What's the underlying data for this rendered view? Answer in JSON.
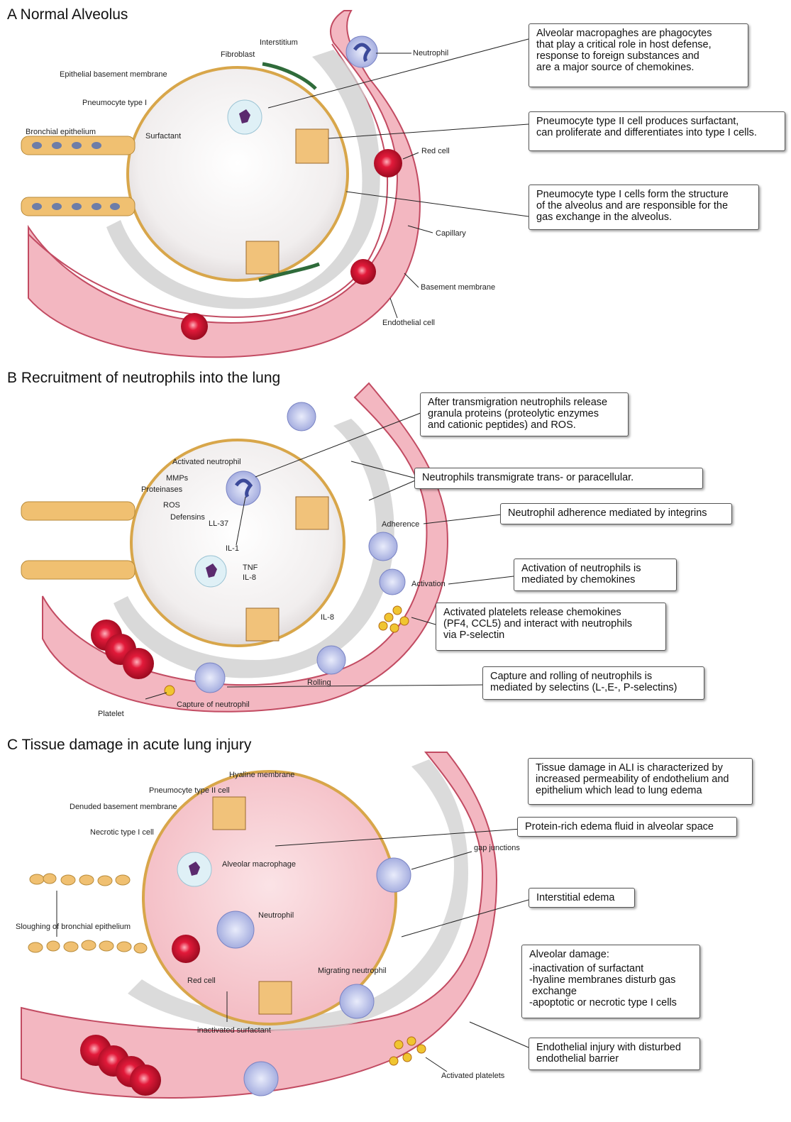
{
  "colors": {
    "vessel": "#f2b7c0",
    "vessel_dark": "#c94a63",
    "membrane": "#d8a64a",
    "interstitium": "#c8c8c8",
    "red_cell": "#d0142e",
    "neutrophil": "#9fa8dd",
    "edema": "#f6c9cf"
  },
  "panel_a": {
    "title": "A  Normal Alveolus",
    "labels": {
      "interstitium": "Interstitium",
      "fibroblast": "Fibroblast",
      "neutrophil": "Neutrophil",
      "epithelial_bm": "Epithelial basement membrane",
      "pneumocyte_1": "Pneumocyte type I",
      "bronchial_epithelium": "Bronchial epithelium",
      "surfactant": "Surfactant",
      "red_cell": "Red cell",
      "capillary": "Capillary",
      "basement_membrane": "Basement membrane",
      "endothelial_cell": "Endothelial cell"
    },
    "callouts": [
      {
        "lines": [
          "Alveolar macropaghes are phagocytes",
          "that play a critical role in host defense,",
          "response to foreign substances and",
          "are a major source of chemokines."
        ]
      },
      {
        "lines": [
          "Pneumocyte type II cell produces surfactant,",
          "can proliferate and differentiates into type I cells."
        ]
      },
      {
        "lines": [
          "Pneumocyte type I cells form the structure",
          "of the alveolus and are responsible for the",
          "gas exchange in the alveolus."
        ]
      }
    ]
  },
  "panel_b": {
    "title": "B  Recruitment of neutrophils into the lung",
    "labels": {
      "activated_neutrophil": "Activated neutrophil",
      "mmps": "MMPs",
      "proteinases": "Proteinases",
      "ros": "ROS",
      "defensins": "Defensins",
      "ll37": "LL-37",
      "il1": "IL-1",
      "tnf": "TNF",
      "il8a": "IL-8",
      "il8b": "IL-8",
      "adherence": "Adherence",
      "activation": "Activation",
      "rolling": "Rolling",
      "capture": "Capture of neutrophil",
      "platelet": "Platelet"
    },
    "callouts": [
      {
        "lines": [
          "After transmigration neutrophils release",
          "granula proteins (proteolytic enzymes",
          "and cationic peptides) and ROS."
        ]
      },
      {
        "lines": [
          "Neutrophils transmigrate trans- or paracellular."
        ]
      },
      {
        "lines": [
          "Neutrophil adherence mediated by integrins"
        ]
      },
      {
        "lines": [
          "Activation of neutrophils is",
          "mediated by chemokines"
        ]
      },
      {
        "lines": [
          "Activated platelets release chemokines",
          "(PF4, CCL5) and interact with neutrophils",
          "via P-selectin"
        ]
      },
      {
        "lines": [
          "Capture and rolling of neutrophils is",
          "mediated by selectins (L-,E-, P-selectins)"
        ]
      }
    ]
  },
  "panel_c": {
    "title": "C  Tissue damage in acute lung injury",
    "labels": {
      "hyaline_membrane": "Hyaline membrane",
      "pneumocyte_2": "Pneumocyte type II cell",
      "denuded_bm": "Denuded basement membrane",
      "necrotic_type1": "Necrotic type I cell",
      "alveolar_macrophage": "Alveolar macrophage",
      "gap_junctions": "gap junctions",
      "neutrophil": "Neutrophil",
      "sloughing": "Sloughing of bronchial epithelium",
      "migrating_neutrophil": "Migrating neutrophil",
      "red_cell": "Red cell",
      "inactivated_surfactant": "inactivated surfactant",
      "activated_platelets": "Activated platelets"
    },
    "callouts": [
      {
        "lines": [
          "Tissue damage in ALI is characterized by",
          "increased permeability of endothelium and",
          "epithelium which lead to lung edema"
        ]
      },
      {
        "lines": [
          "Protein-rich edema fluid in alveolar space"
        ]
      },
      {
        "lines": [
          "Interstitial edema"
        ]
      },
      {
        "lines": [
          "Alveolar damage:",
          "-inactivation of surfactant",
          "-hyaline membranes disturb gas",
          " exchange",
          "-apoptotic or necrotic type I cells"
        ]
      },
      {
        "lines": [
          "Endothelial injury with disturbed",
          "endothelial barrier"
        ]
      }
    ]
  }
}
